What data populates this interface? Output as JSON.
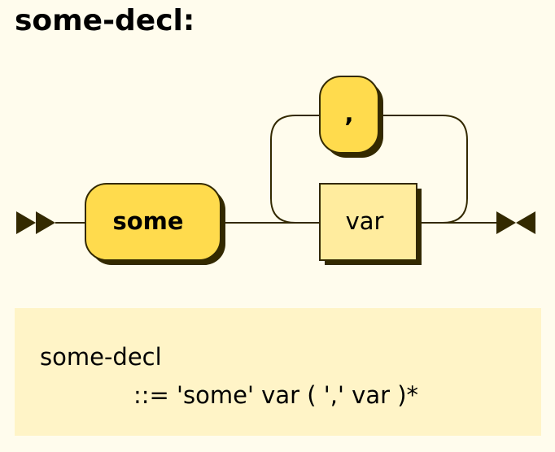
{
  "rule": {
    "title": "some-decl:"
  },
  "diagram": {
    "terminal_some": "some",
    "terminal_comma": ",",
    "nonterminal_var": "var",
    "colors": {
      "background": "#FFFCED",
      "terminal_fill": "#FFDB4D",
      "nonterminal_fill": "#FFEC9E",
      "shadow": "#332900",
      "line": "#332900"
    }
  },
  "ebnf": {
    "name": "some-decl",
    "definition": "::= 'some' var ( ',' var )*"
  }
}
